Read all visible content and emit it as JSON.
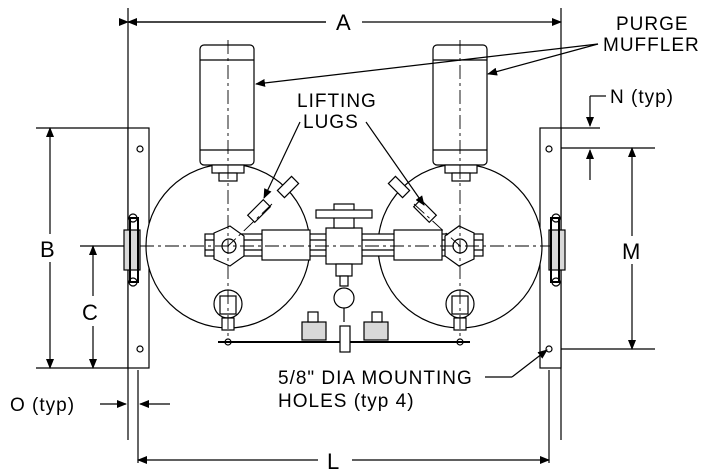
{
  "labels": {
    "A": "A",
    "B": "B",
    "C": "C",
    "L": "L",
    "M": "M",
    "N": "N (typ)",
    "O": "O (typ)",
    "purge_1": "PURGE",
    "purge_2": "MUFFLER",
    "lifting_1": "LIFTING",
    "lifting_2": "LUGS",
    "mounting_1": "5/8\" DIA MOUNTING",
    "mounting_2": "HOLES (typ 4)"
  }
}
